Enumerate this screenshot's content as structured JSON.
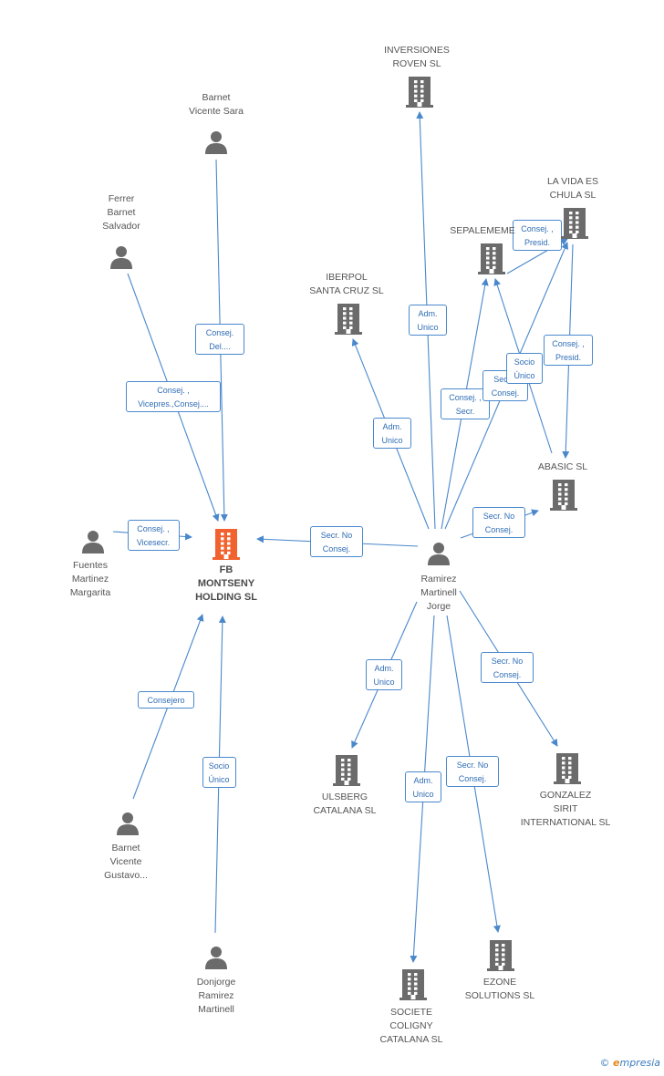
{
  "colors": {
    "edge": "#4a88cc",
    "node_gray": "#6b6b6b",
    "node_main": "#f2622e"
  },
  "nodes": [
    {
      "id": "fb",
      "label": "FB\nMONTSENY\nHOLDING SL",
      "type": "company",
      "main": true
    },
    {
      "id": "ramirez",
      "label": "Ramirez\nMartinell\nJorge",
      "type": "person"
    },
    {
      "id": "barnet_sara",
      "label": "Barnet\nVicente Sara",
      "type": "person"
    },
    {
      "id": "ferrer",
      "label": "Ferrer\nBarnet\nSalvador",
      "type": "person"
    },
    {
      "id": "fuentes",
      "label": "Fuentes\nMartinez\nMargarita",
      "type": "person"
    },
    {
      "id": "barnet_gustavo",
      "label": "Barnet\nVicente\nGustavo...",
      "type": "person"
    },
    {
      "id": "donjorge",
      "label": "Donjorge\nRamirez\nMartinell",
      "type": "person"
    },
    {
      "id": "roven",
      "label": "INVERSIONES\nROVEN SL",
      "type": "company"
    },
    {
      "id": "lavida",
      "label": "LA VIDA ES\nCHULA SL",
      "type": "company"
    },
    {
      "id": "sepalememe",
      "label": "SEPALEMEME",
      "type": "company"
    },
    {
      "id": "iberpol",
      "label": "IBERPOL\nSANTA CRUZ SL",
      "type": "company"
    },
    {
      "id": "abasic",
      "label": "ABASIC SL",
      "type": "company"
    },
    {
      "id": "ulsberg",
      "label": "ULSBERG\nCATALANA SL",
      "type": "company"
    },
    {
      "id": "gonzalez",
      "label": "GONZALEZ\nSIRIT\nINTERNATIONAL SL",
      "type": "company"
    },
    {
      "id": "societe",
      "label": "SOCIETE\nCOLIGNY\nCATALANA SL",
      "type": "company"
    },
    {
      "id": "ezone",
      "label": "EZONE\nSOLUTIONS SL",
      "type": "company"
    }
  ],
  "edges": [
    {
      "from": "barnet_sara",
      "to": "fb",
      "label": "Consej.\nDel...."
    },
    {
      "from": "ferrer",
      "to": "fb",
      "label": "Consej. ,\nVicepres.,Consej...."
    },
    {
      "from": "fuentes",
      "to": "fb",
      "label": "Consej. ,\nVicesecr."
    },
    {
      "from": "ramirez",
      "to": "fb",
      "label": "Secr.  No\nConsej."
    },
    {
      "from": "barnet_gustavo",
      "to": "fb",
      "label": "Consejero"
    },
    {
      "from": "donjorge",
      "to": "fb",
      "label": "Socio\nÚnico"
    },
    {
      "from": "ramirez",
      "to": "roven",
      "label": "Adm.\nUnico"
    },
    {
      "from": "ramirez",
      "to": "iberpol",
      "label": "Adm.\nUnico"
    },
    {
      "from": "ramirez",
      "to": "sepalememe",
      "label": "Consej. ,\nSecr."
    },
    {
      "from": "ramirez",
      "to": "lavida",
      "label": "Secr. ,\nConsej."
    },
    {
      "from": "ramirez",
      "to": "abasic",
      "label": "Secr.  No\nConsej."
    },
    {
      "from": "lavida",
      "to": "abasic",
      "label": "Consej. ,\nPresid."
    },
    {
      "from": "abasic",
      "to": "sepalememe",
      "label": "Socio\nÚnico"
    },
    {
      "from": "sepalememe",
      "to": "lavida",
      "label": "Consej. ,\nPresid."
    },
    {
      "from": "ramirez",
      "to": "ulsberg",
      "label": "Adm.\nUnico"
    },
    {
      "from": "ramirez",
      "to": "gonzalez",
      "label": "Secr.  No\nConsej."
    },
    {
      "from": "ramirez",
      "to": "societe",
      "label": "Adm.\nUnico"
    },
    {
      "from": "ramirez",
      "to": "ezone",
      "label": "Secr.  No\nConsej."
    }
  ],
  "footer": {
    "copyright": "©",
    "brand_e": "e",
    "brand_rest": "mpresia"
  }
}
